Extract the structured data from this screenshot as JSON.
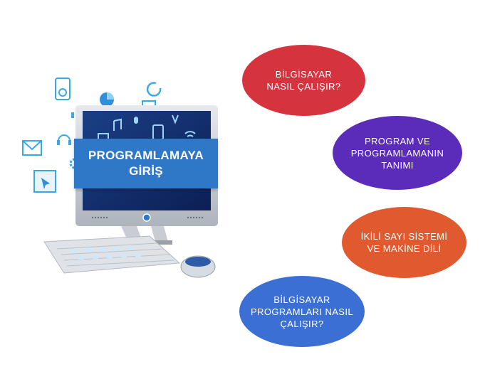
{
  "title": {
    "line1": "PROGRAMLAMAYA",
    "line2": "GİRİŞ"
  },
  "topics": [
    {
      "line1": "BİLGİSAYAR",
      "line2": "NASIL ÇALIŞIR?",
      "line3": "",
      "color": "#d5343f"
    },
    {
      "line1": "PROGRAM VE",
      "line2": "PROGRAMLAMANIN",
      "line3": "TANIMI",
      "color": "#5b2bb9"
    },
    {
      "line1": "İKİLİ SAYI SİSTEMİ",
      "line2": "VE MAKİNE DİLİ",
      "line3": "",
      "color": "#e15a2f"
    },
    {
      "line1": "BİLGİSAYAR",
      "line2": "PROGRAMLARI NASIL",
      "line3": "ÇALIŞIR?",
      "color": "#3b6fd3"
    }
  ],
  "icons": [
    "speaker-icon",
    "pie-chart-icon",
    "refresh-icon",
    "mail-icon",
    "cursor-window-icon",
    "headphones-icon",
    "gear-icon",
    "monitor-icon",
    "wifi-icon",
    "music-note-icon",
    "microphone-icon",
    "tablet-icon",
    "image-icon",
    "signal-icon",
    "bar-chart-icon",
    "phone-icon"
  ]
}
